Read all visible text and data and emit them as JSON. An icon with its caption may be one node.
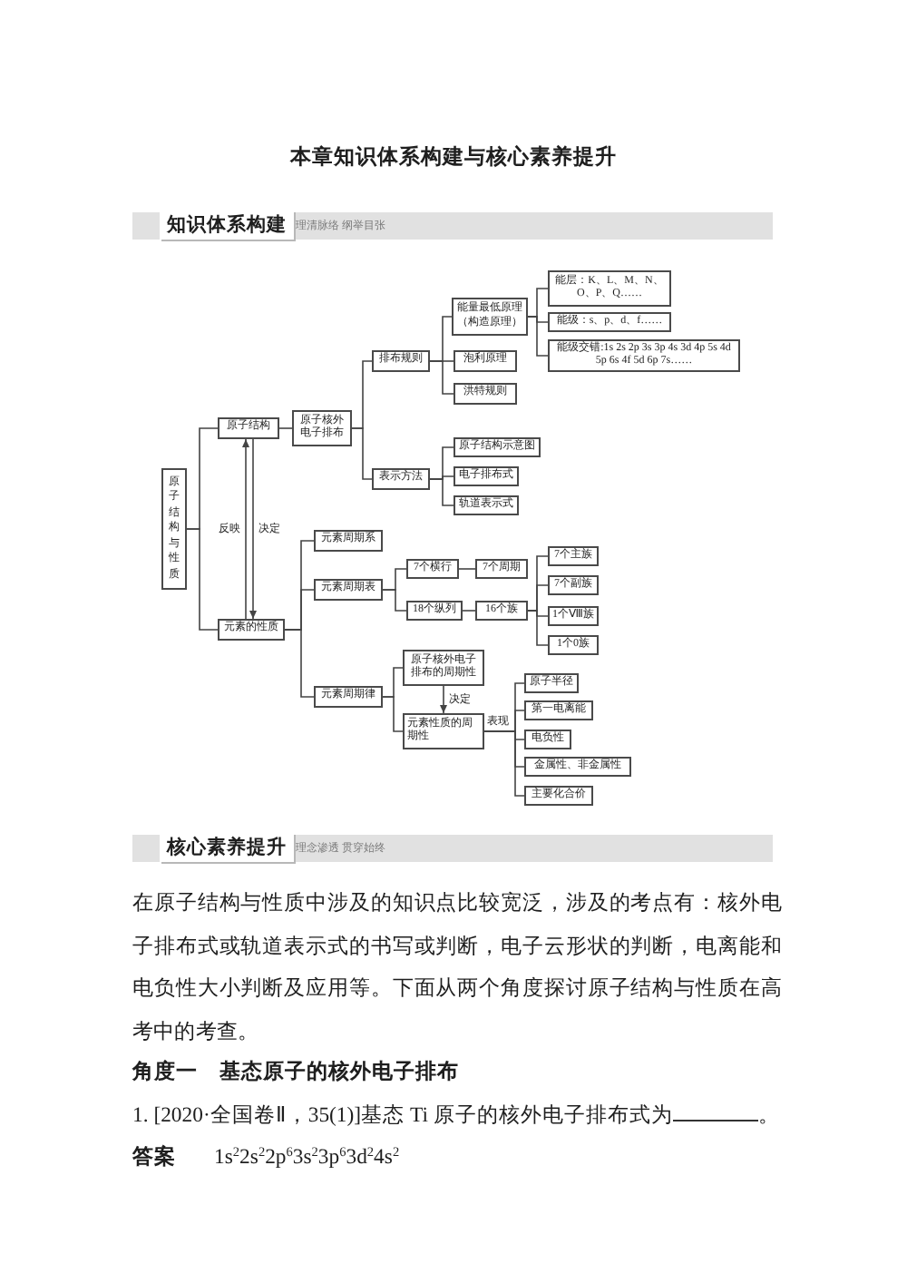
{
  "diagram": {
    "title": "本章知识体系构建与核心素养提升",
    "nodes": [
      {
        "text": [
          "原子结构与性质"
        ]
      },
      {
        "text": [
          "原子结构"
        ]
      },
      {
        "text": [
          "原子核外电子排布"
        ]
      },
      {
        "text": [
          "排布规则"
        ]
      },
      {
        "text": [
          "能量最低原理（构造原理）"
        ]
      },
      {
        "text": [
          "能层：K、L、M、N、O、P、Q……"
        ]
      },
      {
        "text": [
          "能级：s、p、d、f……"
        ]
      },
      {
        "text": [
          "能级交错:1s 2s 2p 3s 3p 4s 3d 4p 5s 4d 5p 6s 4f 5d 6p 7s……"
        ]
      },
      {
        "text": [
          "泡利原理"
        ]
      },
      {
        "text": [
          "洪特规则"
        ]
      },
      {
        "text": [
          "表示方法"
        ]
      },
      {
        "text": [
          "原子结构示意图"
        ]
      },
      {
        "text": [
          "电子排布式"
        ]
      },
      {
        "text": [
          "轨道表示式"
        ]
      },
      {
        "text": [
          "元素的性质"
        ]
      },
      {
        "text": [
          "元素周期系"
        ]
      },
      {
        "text": [
          "元素周期表"
        ]
      },
      {
        "text": [
          "7个横行"
        ]
      },
      {
        "text": [
          "7个周期"
        ]
      },
      {
        "text": [
          "18个纵列"
        ]
      },
      {
        "text": [
          "16个族"
        ]
      },
      {
        "text": [
          "7个主族"
        ]
      },
      {
        "text": [
          "7个副族"
        ]
      },
      {
        "text": [
          "1个Ⅷ族"
        ]
      },
      {
        "text": [
          "1个0族"
        ]
      },
      {
        "text": [
          "元素周期律"
        ]
      },
      {
        "text": [
          "原子核外电子排布的周期性"
        ]
      },
      {
        "text": [
          "元素性质的周期性"
        ]
      },
      {
        "text": [
          "原子半径"
        ]
      },
      {
        "text": [
          "第一电离能"
        ]
      },
      {
        "text": [
          "电负性"
        ]
      },
      {
        "text": [
          "金属性、非金属性"
        ]
      },
      {
        "text": [
          "主要化合价"
        ]
      }
    ],
    "edges": [
      {
        "from": 0,
        "to": 1,
        "arrow": "none"
      },
      {
        "from": 0,
        "to": 14,
        "arrow": "none"
      },
      {
        "from": 1,
        "to": 2,
        "arrow": "none"
      },
      {
        "from": 14,
        "to": 1,
        "arrow": "to",
        "label": "反映"
      },
      {
        "from": 1,
        "to": 14,
        "arrow": "to",
        "label": "决定"
      },
      {
        "from": 2,
        "to": 3,
        "arrow": "none"
      },
      {
        "from": 2,
        "to": 10,
        "arrow": "none"
      },
      {
        "from": 3,
        "to": 4,
        "arrow": "none"
      },
      {
        "from": 3,
        "to": 8,
        "arrow": "none"
      },
      {
        "from": 3,
        "to": 9,
        "arrow": "none"
      },
      {
        "from": 4,
        "to": 5,
        "arrow": "none"
      },
      {
        "from": 4,
        "to": 6,
        "arrow": "none"
      },
      {
        "from": 4,
        "to": 7,
        "arrow": "none"
      },
      {
        "from": 10,
        "to": 11,
        "arrow": "none"
      },
      {
        "from": 10,
        "to": 12,
        "arrow": "none"
      },
      {
        "from": 10,
        "to": 13,
        "arrow": "none"
      },
      {
        "from": 14,
        "to": 15,
        "arrow": "none"
      },
      {
        "from": 14,
        "to": 16,
        "arrow": "none"
      },
      {
        "from": 14,
        "to": 25,
        "arrow": "none"
      },
      {
        "from": 16,
        "to": 17,
        "arrow": "none"
      },
      {
        "from": 16,
        "to": 19,
        "arrow": "none"
      },
      {
        "from": 17,
        "to": 18,
        "arrow": "none"
      },
      {
        "from": 19,
        "to": 20,
        "arrow": "none"
      },
      {
        "from": 20,
        "to": 21,
        "arrow": "none"
      },
      {
        "from": 20,
        "to": 22,
        "arrow": "none"
      },
      {
        "from": 20,
        "to": 23,
        "arrow": "none"
      },
      {
        "from": 20,
        "to": 24,
        "arrow": "none"
      },
      {
        "from": 25,
        "to": 26,
        "arrow": "none"
      },
      {
        "from": 25,
        "to": 27,
        "arrow": "none"
      },
      {
        "from": 26,
        "to": 27,
        "arrow": "to",
        "label": "决定"
      },
      {
        "from": 27,
        "to": 28,
        "arrow": "none"
      },
      {
        "from": 27,
        "to": 29,
        "arrow": "none"
      },
      {
        "from": 27,
        "to": 30,
        "arrow": "none",
        "label": "表现"
      },
      {
        "from": 27,
        "to": 31,
        "arrow": "none"
      },
      {
        "from": 27,
        "to": 32,
        "arrow": "none"
      }
    ],
    "labels": [
      "知识体系构建",
      "理清脉络 纲举目张",
      "核心素养提升",
      "理念渗透 贯穿始终",
      "在原子结构与性质中涉及的知识点比较宽泛，涉及的考点有：核外电子排布式或轨道表示式的书写或判断，电子云形状的判断，电离能和电负性大小判断及应用等。下面从两个角度探讨原子结构与性质在高考中的考查。",
      "角度一　基态原子的核外电子排布",
      "1. [2020·全国卷Ⅱ，35(1)]基态 Ti 原子的核外电子排布式为",
      "。",
      "答案",
      "1s$^{2}$2s$^{2}$2p$^{6}$3s$^{2}$3p$^{6}$3d$^{2}$4s$^{2}$"
    ]
  }
}
